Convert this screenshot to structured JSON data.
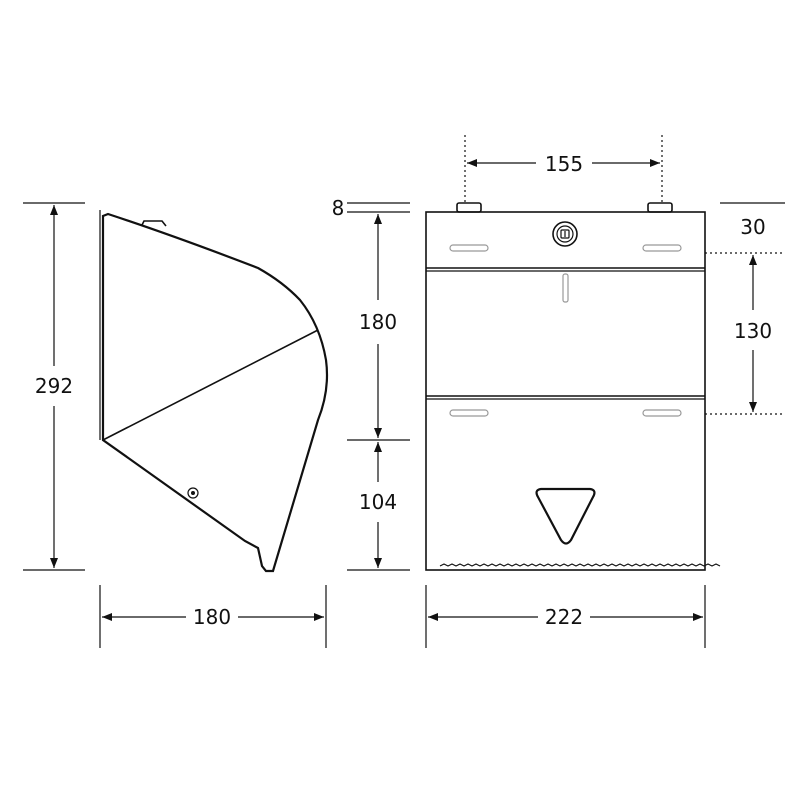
{
  "drawing": {
    "side_view": {
      "height": "292",
      "depth": "180"
    },
    "front_view": {
      "mount_spacing": "155",
      "top_offset": "8",
      "upper_height": "180",
      "lower_height": "104",
      "lid_depth": "30",
      "window_height": "130",
      "width": "222"
    }
  },
  "colors": {
    "line": "#111111",
    "slot": "#999999"
  },
  "icons": {
    "lock": "keyhole-lock-icon",
    "dispense": "triangle-dispense-icon"
  }
}
